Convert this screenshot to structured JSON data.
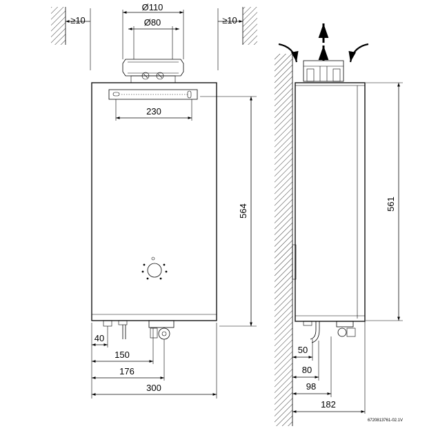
{
  "figure": {
    "dimensions": {
      "flue_outer": "Ø110",
      "flue_inner": "Ø80",
      "clearance_left": "≥10",
      "clearance_right": "≥10",
      "bracket_width": "230",
      "front_height": "564",
      "side_height": "561",
      "conn_40": "40",
      "conn_150": "150",
      "conn_176": "176",
      "width_300": "300",
      "side_50": "50",
      "side_80": "80",
      "side_98": "98",
      "depth_182": "182"
    },
    "drawing_code": "6720813761-02.1V"
  }
}
